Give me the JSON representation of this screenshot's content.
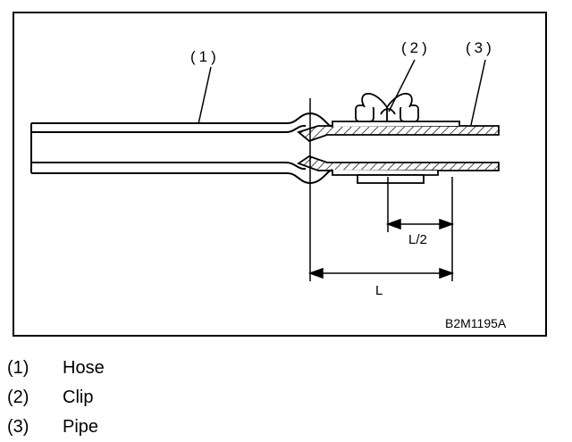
{
  "figure": {
    "callouts": [
      "(1)",
      "(2)",
      "(3)"
    ],
    "dimension_half": "L/2",
    "dimension_full": "L",
    "figure_id": "B2M1195A"
  },
  "legend": [
    {
      "num": "(1)",
      "label": "Hose"
    },
    {
      "num": "(2)",
      "label": "Clip"
    },
    {
      "num": "(3)",
      "label": "Pipe"
    }
  ],
  "colors": {
    "ink": "#000000",
    "paper": "#ffffff"
  }
}
